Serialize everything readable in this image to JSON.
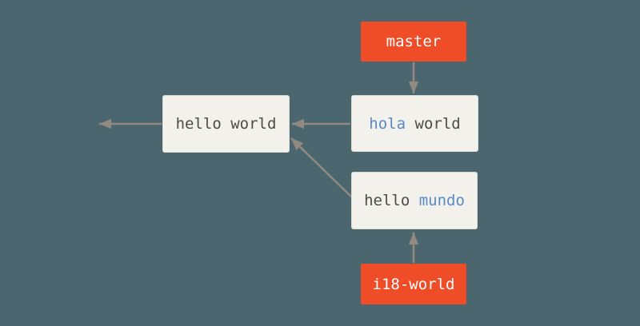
{
  "colors": {
    "background": "#4C6670",
    "commit_box_fill": "#F2F1EB",
    "commit_box_border": "#DFDED4",
    "commit_text": "#4F4A45",
    "commit_highlight_text": "#5A8AC8",
    "branch_label_fill": "#EF4C28",
    "branch_label_text": "#FFFFFF",
    "arrow": "#928A80"
  },
  "branch_labels": {
    "master": "master",
    "i18_world": "i18-world"
  },
  "commits": {
    "hello_world": {
      "text": "hello world"
    },
    "hola_world": {
      "highlight": "hola",
      "rest": " world"
    },
    "hello_mundo": {
      "rest": "hello ",
      "highlight": "mundo"
    }
  },
  "edges": [
    {
      "from": "master",
      "to": "hola world",
      "type": "branch-pointer"
    },
    {
      "from": "i18-world",
      "to": "hello mundo",
      "type": "branch-pointer"
    },
    {
      "from": "hola world",
      "to": "hello world",
      "type": "parent"
    },
    {
      "from": "hello mundo",
      "to": "hello world",
      "type": "parent"
    },
    {
      "from": "hello world",
      "to": null,
      "type": "parent-off-canvas-left"
    }
  ]
}
